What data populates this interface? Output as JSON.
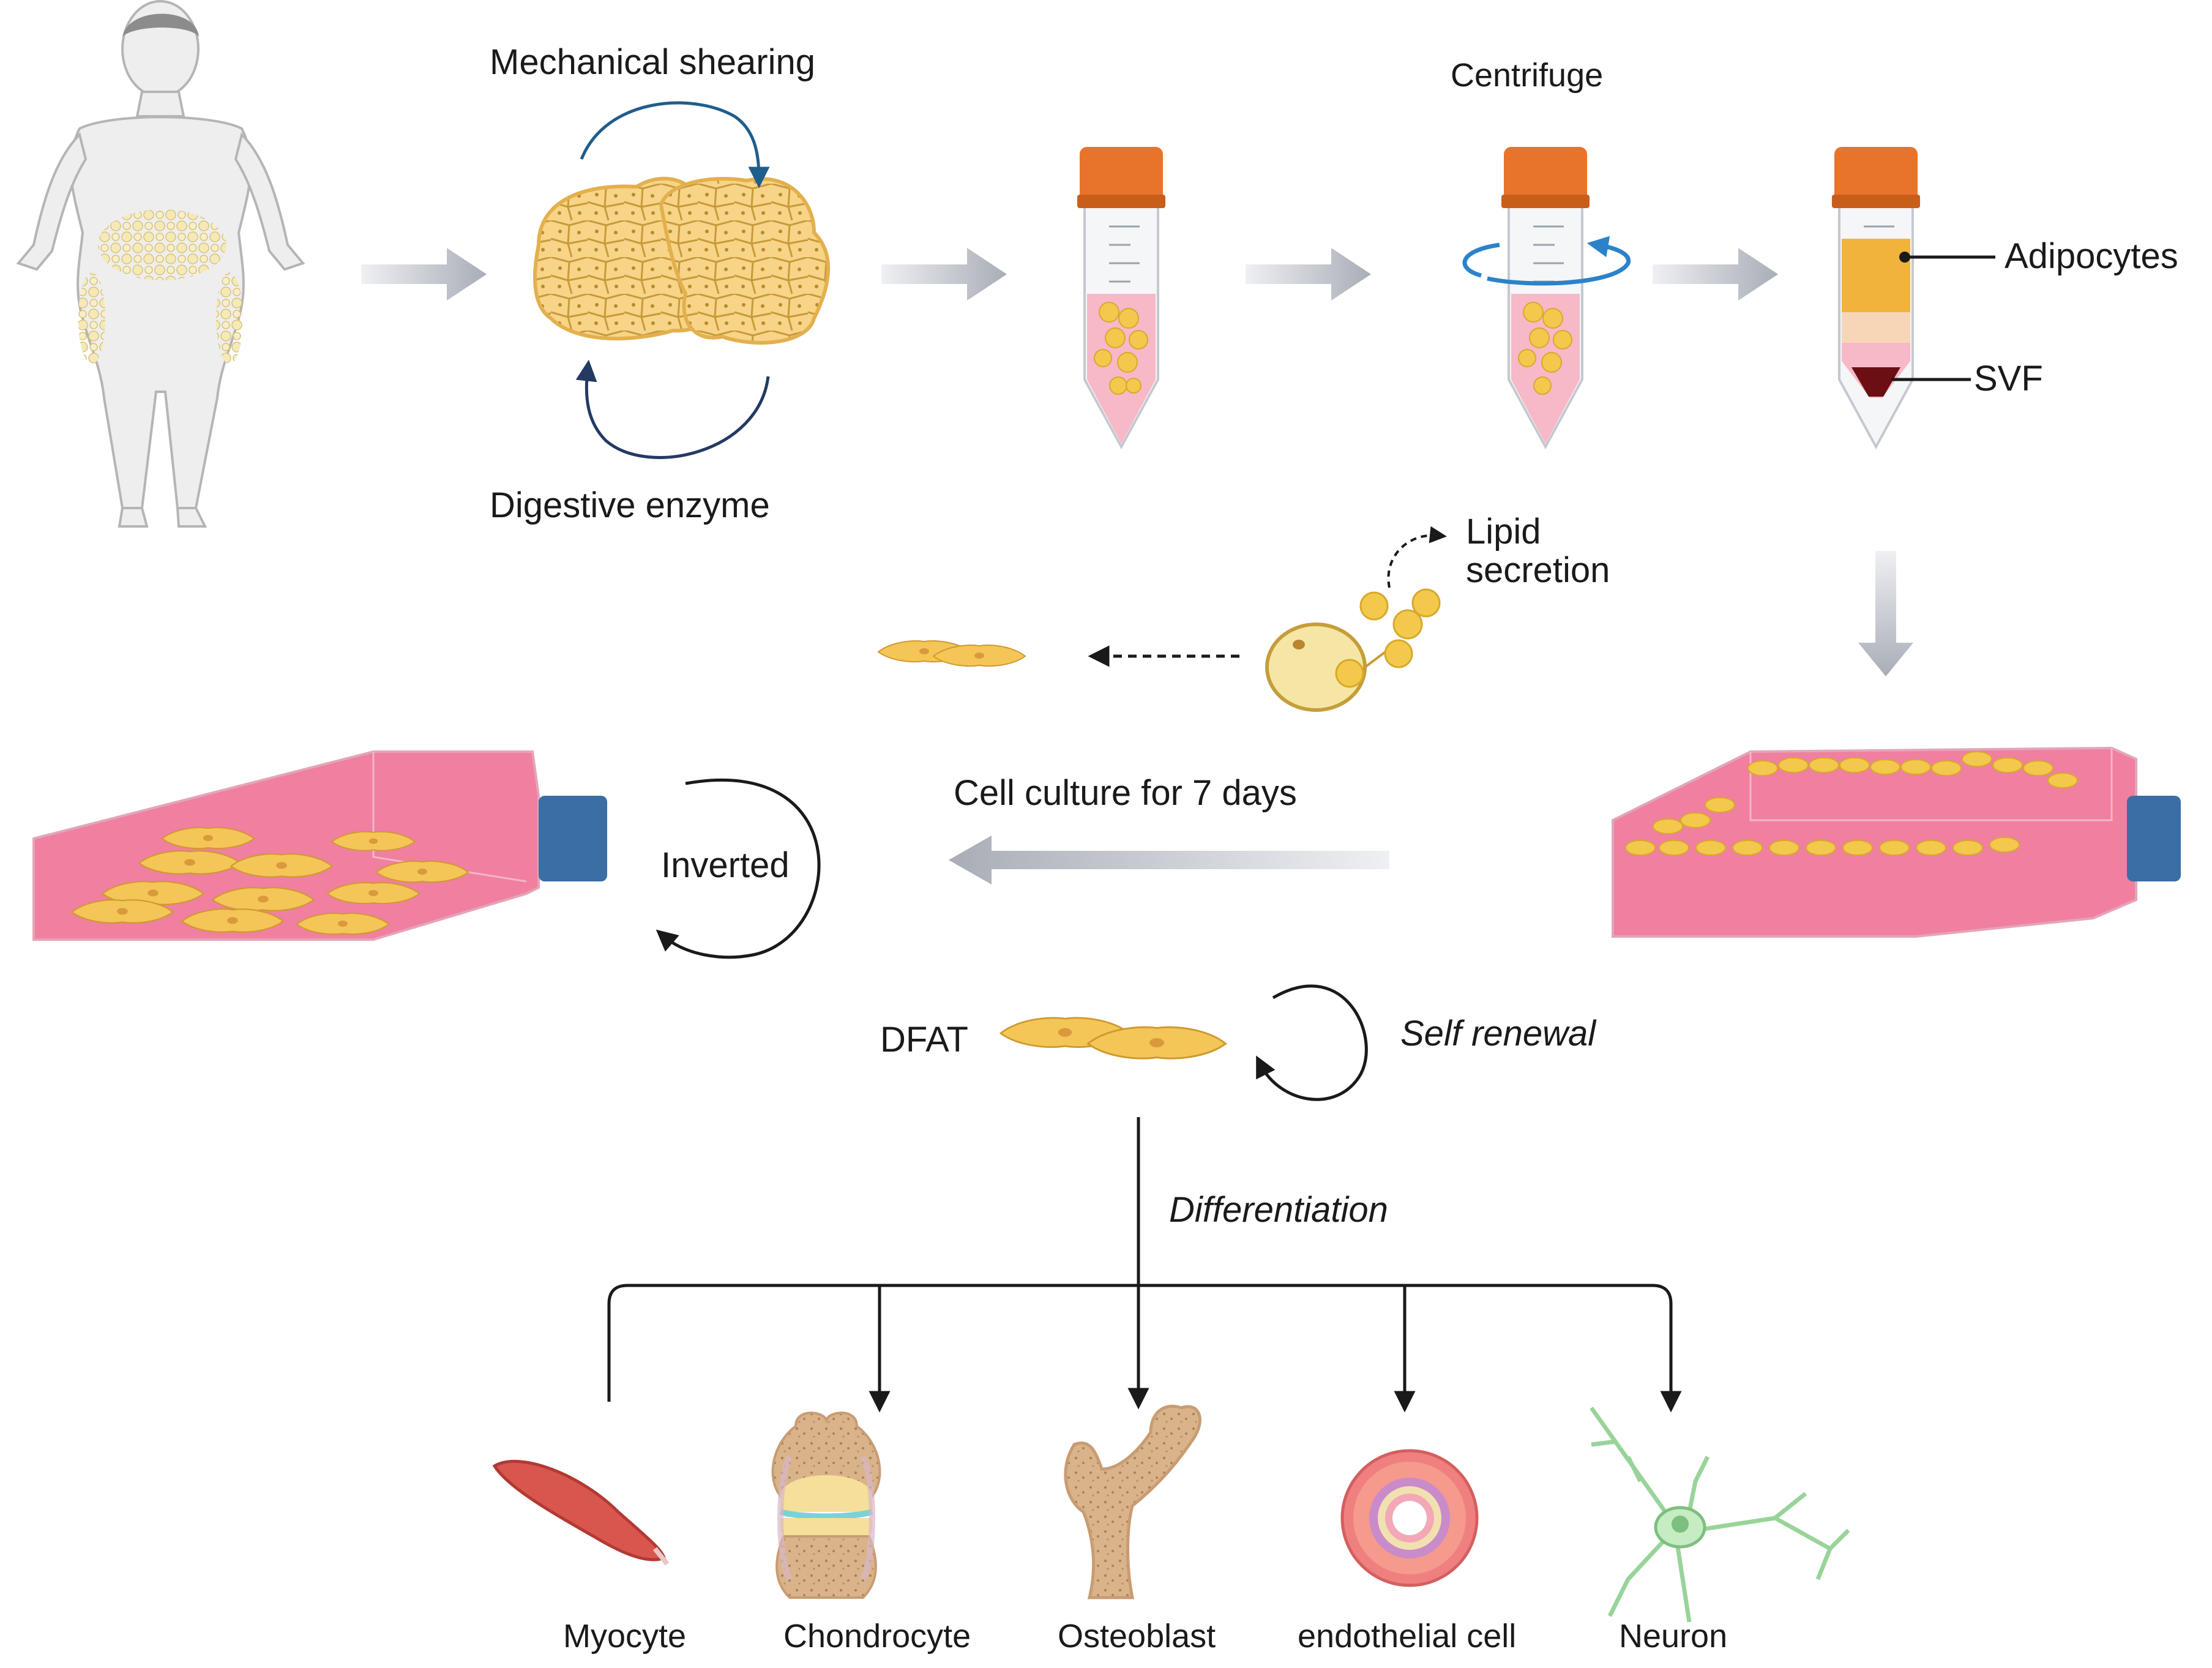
{
  "steps": {
    "mechanical": "Mechanical shearing",
    "enzyme": "Digestive enzyme",
    "centrifuge": "Centrifuge",
    "adipocytes": "Adipocytes",
    "svf": "SVF",
    "lipid_line1": "Lipid",
    "lipid_line2": "secretion",
    "culture": "Cell culture for 7 days",
    "inverted": "Inverted",
    "dfat": "DFAT",
    "self_renewal": "Self renewal",
    "differentiation": "Differentiation"
  },
  "targets": [
    "Myocyte",
    "Chondrocyte",
    "Osteoblast",
    "endothelial cell",
    "Neuron"
  ],
  "colors": {
    "tube_cap": "#e8732a",
    "medium_pink": "#f29ab3",
    "fat_yellow": "#f2c94c",
    "flask_cap": "#3a6ea5",
    "arrow_grey": "#b5b8c0",
    "svf_red": "#6b0f12"
  }
}
